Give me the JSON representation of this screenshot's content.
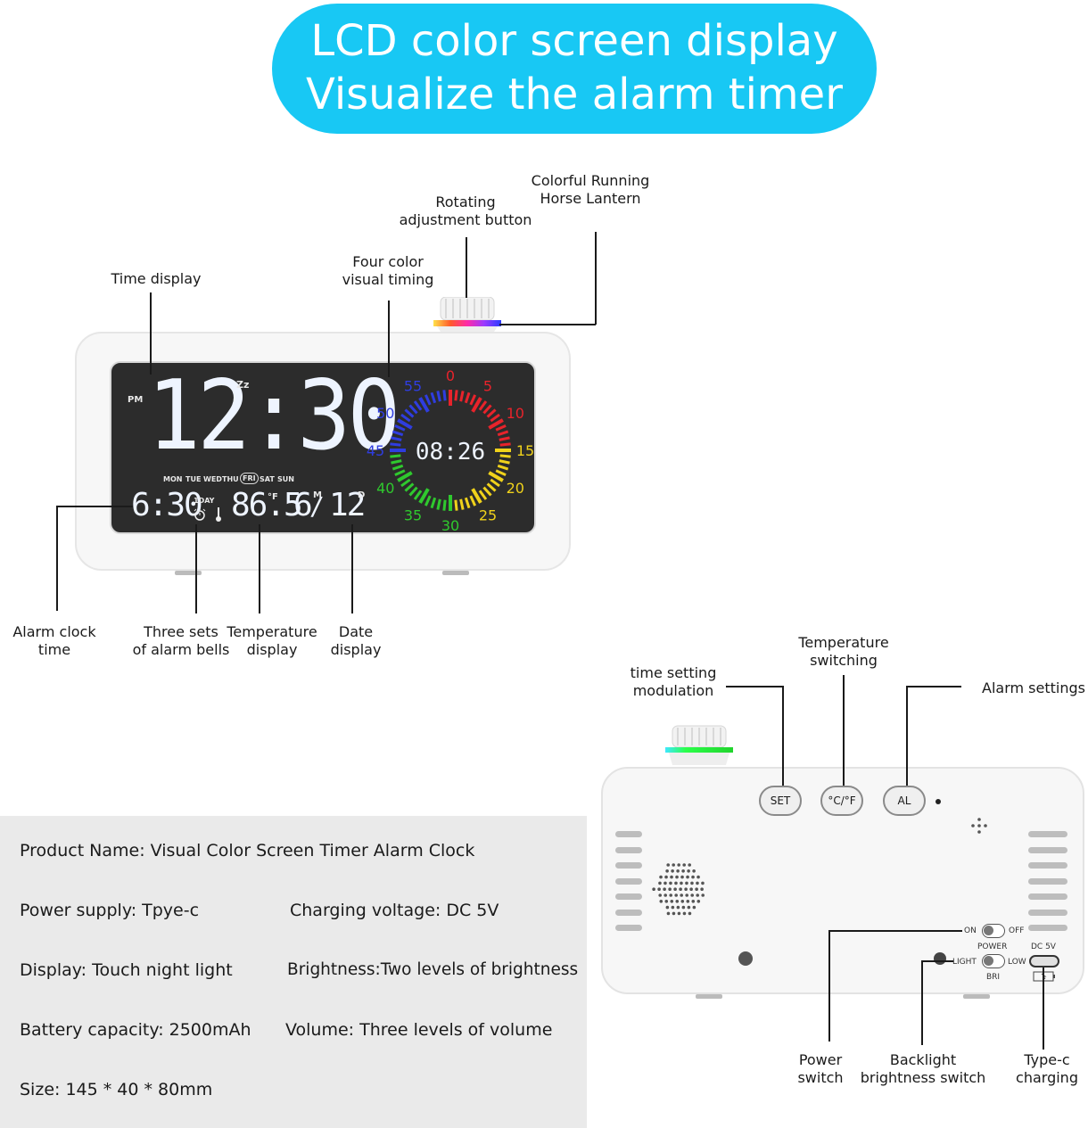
{
  "banner": {
    "line1": "LCD color screen display",
    "line2": "Visualize the alarm timer",
    "color": "#18c8f4"
  },
  "callouts_front": {
    "time_display": "Time display",
    "four_color_1": "Four color",
    "four_color_2": "visual timing",
    "rotating_1": "Rotating",
    "rotating_2": "adjustment button",
    "lantern_1": "Colorful Running",
    "lantern_2": "Horse Lantern",
    "alarm_time_1": "Alarm clock",
    "alarm_time_2": "time",
    "bells_1": "Three sets",
    "bells_2": "of alarm bells",
    "temp_1": "Temperature",
    "temp_2": "display",
    "date_1": "Date",
    "date_2": "display"
  },
  "lcd": {
    "pm": "PM",
    "time": "12:30",
    "zz": "Zz",
    "days": [
      "MON",
      "TUE",
      "WED",
      "THU",
      "FRI",
      "SAT",
      "SUN"
    ],
    "alarm_time": "6:30",
    "alarm_day": "1DAY",
    "temperature": "86.5",
    "temp_unit": "°F",
    "month": "6",
    "month_unit": "M",
    "day": "12",
    "day_unit": "D",
    "timer": "08:26",
    "dial_numbers": [
      "0",
      "5",
      "10",
      "15",
      "20",
      "25",
      "30",
      "35",
      "40",
      "45",
      "50",
      "55"
    ],
    "dial_colors": {
      "red": "#e8232b",
      "yellow": "#f0d21b",
      "green": "#2fc92e",
      "blue": "#2f3de0"
    }
  },
  "callouts_back": {
    "time_set_1": "time setting",
    "time_set_2": "modulation",
    "temp_sw_1": "Temperature",
    "temp_sw_2": "switching",
    "alarm_settings": "Alarm settings",
    "power_1": "Power",
    "power_2": "switch",
    "backlight_1": "Backlight",
    "backlight_2": "brightness switch",
    "typec_1": "Type-c",
    "typec_2": "charging"
  },
  "back_panel": {
    "btn_set": "SET",
    "btn_temp": "°C/°F",
    "btn_al": "AL",
    "on": "ON",
    "off": "OFF",
    "power": "POWER",
    "dc": "DC 5V",
    "light": "LIGHT",
    "low": "LOW",
    "bri": "BRI"
  },
  "specs": {
    "product_name": "Product Name: Visual Color Screen Timer Alarm Clock",
    "power_supply": "Power supply: Tpye-c",
    "charging_voltage": "Charging voltage: DC 5V",
    "display": "Display: Touch night light",
    "brightness": "Brightness:Two levels of brightness",
    "battery": "Battery capacity: 2500mAh",
    "volume": "Volume: Three levels of volume",
    "size": "Size: 145 * 40 * 80mm"
  }
}
